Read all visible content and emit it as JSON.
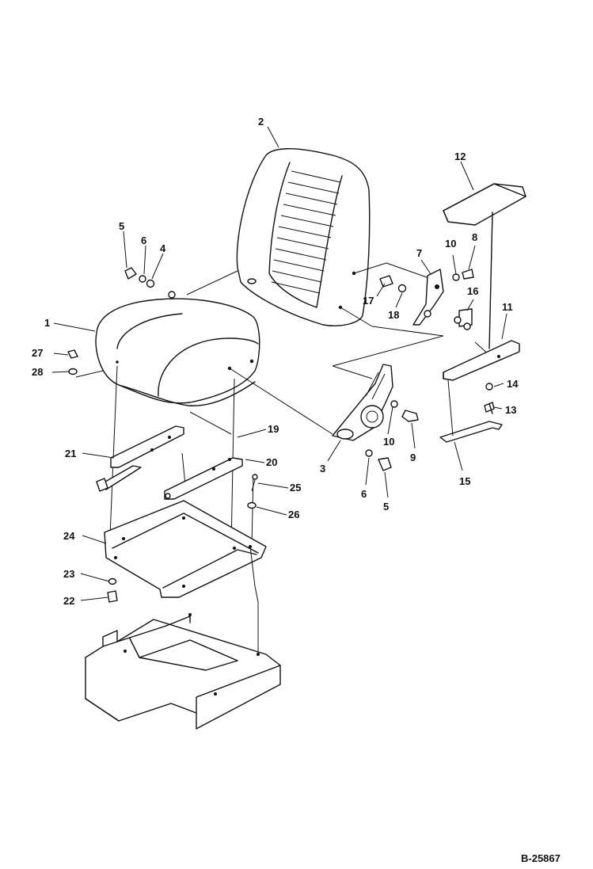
{
  "figure_code": "B-25867",
  "callouts": [
    {
      "id": "c1",
      "text": "1"
    },
    {
      "id": "c2",
      "text": "2"
    },
    {
      "id": "c3",
      "text": "3"
    },
    {
      "id": "c4",
      "text": "4"
    },
    {
      "id": "c5a",
      "text": "5"
    },
    {
      "id": "c5b",
      "text": "5"
    },
    {
      "id": "c6a",
      "text": "6"
    },
    {
      "id": "c6b",
      "text": "6"
    },
    {
      "id": "c7",
      "text": "7"
    },
    {
      "id": "c8",
      "text": "8"
    },
    {
      "id": "c9",
      "text": "9"
    },
    {
      "id": "c10a",
      "text": "10"
    },
    {
      "id": "c10b",
      "text": "10"
    },
    {
      "id": "c11",
      "text": "11"
    },
    {
      "id": "c12",
      "text": "12"
    },
    {
      "id": "c13",
      "text": "13"
    },
    {
      "id": "c14",
      "text": "14"
    },
    {
      "id": "c15",
      "text": "15"
    },
    {
      "id": "c16",
      "text": "16"
    },
    {
      "id": "c17",
      "text": "17"
    },
    {
      "id": "c18",
      "text": "18"
    },
    {
      "id": "c19",
      "text": "19"
    },
    {
      "id": "c20",
      "text": "20"
    },
    {
      "id": "c21",
      "text": "21"
    },
    {
      "id": "c22",
      "text": "22"
    },
    {
      "id": "c23",
      "text": "23"
    },
    {
      "id": "c24",
      "text": "24"
    },
    {
      "id": "c25",
      "text": "25"
    },
    {
      "id": "c26",
      "text": "26"
    },
    {
      "id": "c27",
      "text": "27"
    },
    {
      "id": "c28",
      "text": "28"
    }
  ]
}
